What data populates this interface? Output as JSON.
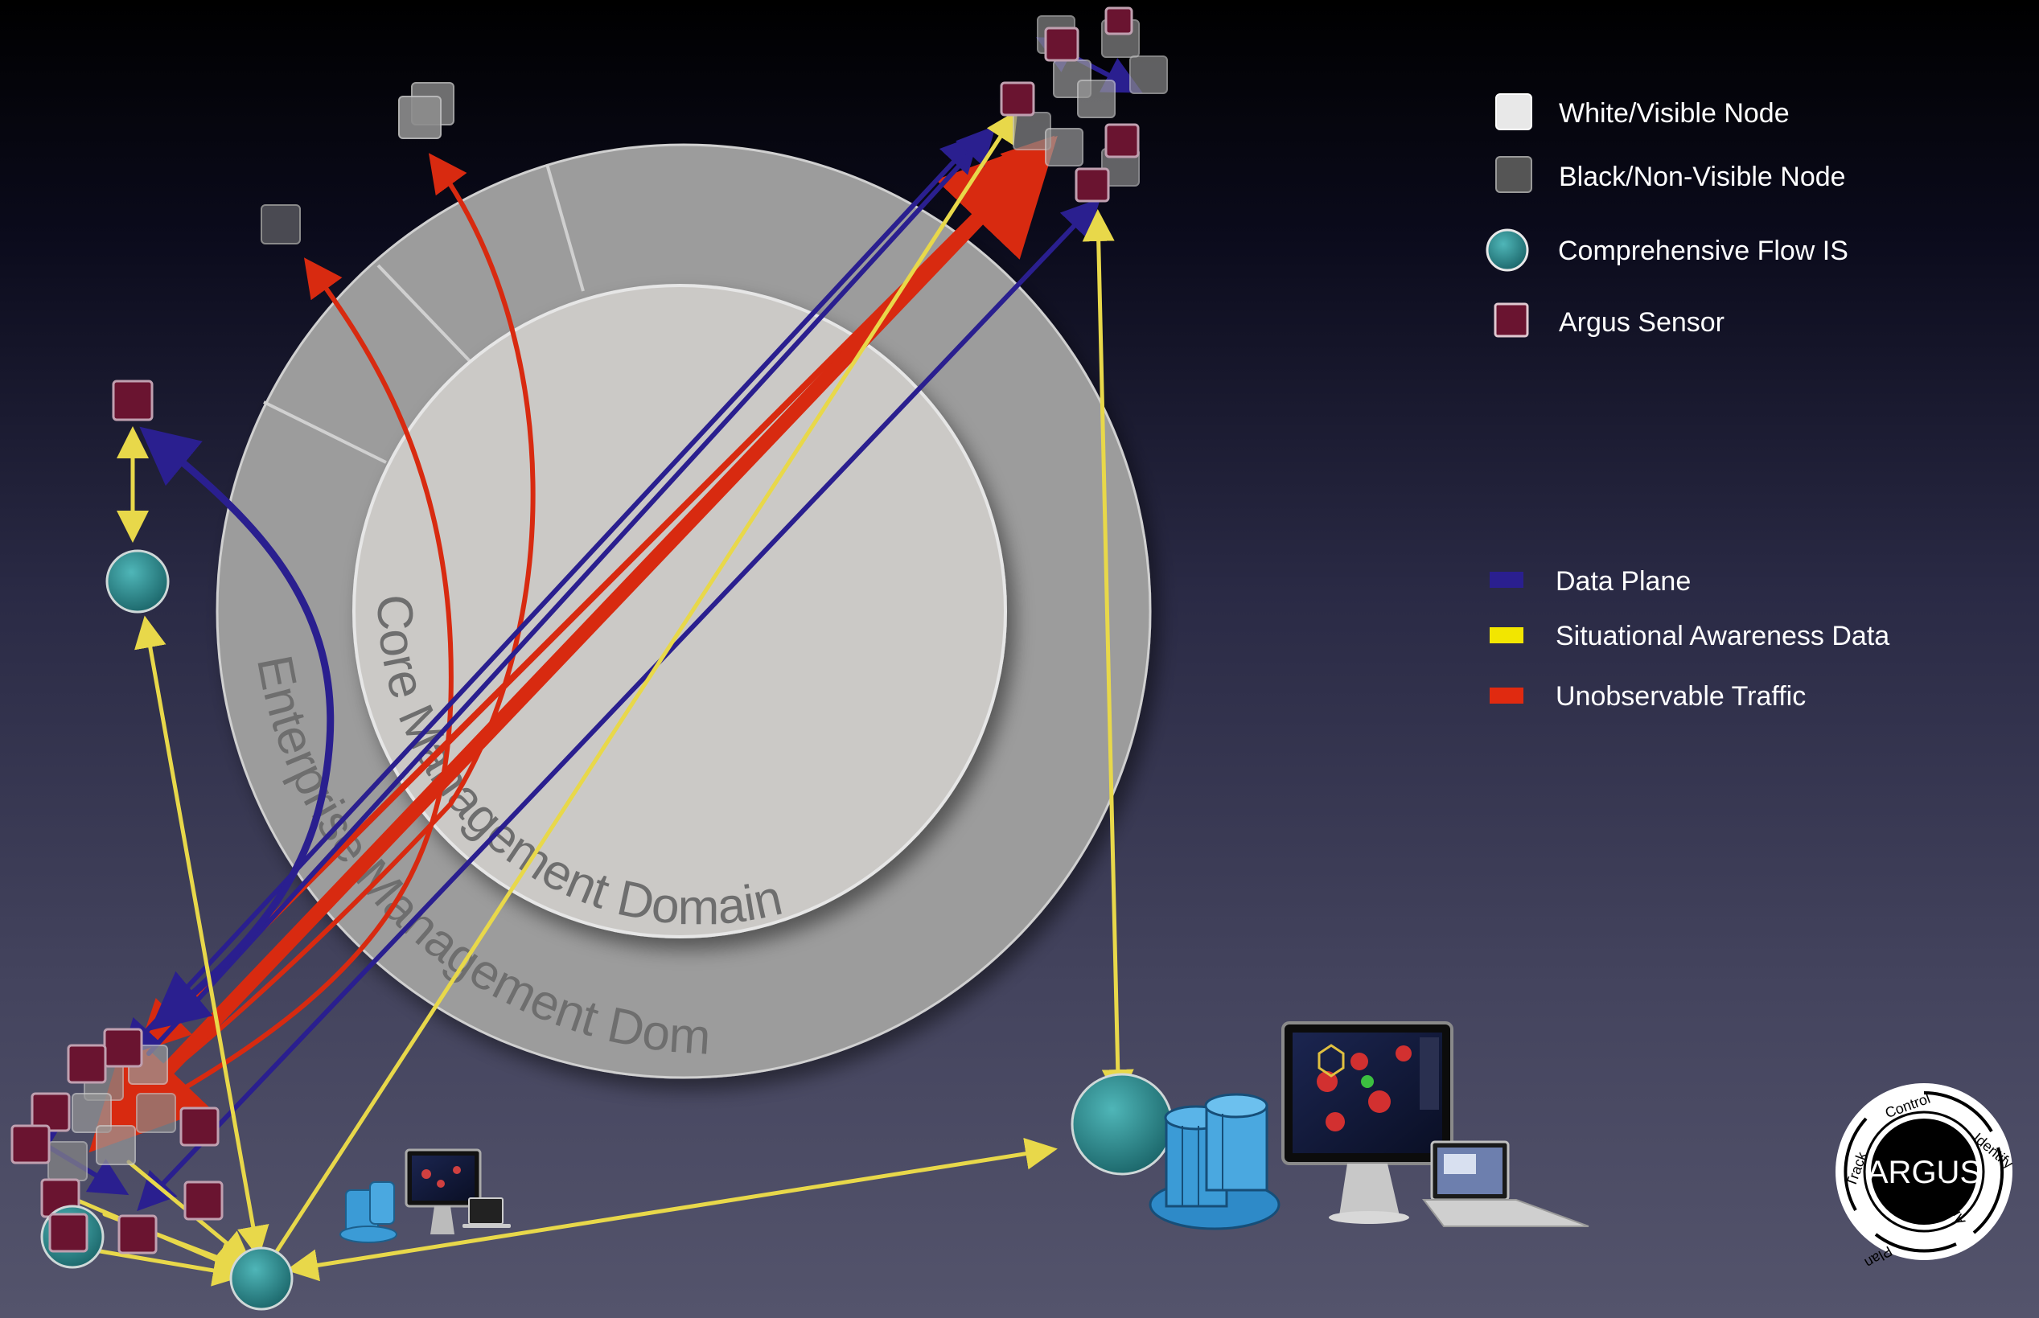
{
  "legend": {
    "nodes": [
      {
        "label": "White/Visible Node",
        "icon": "white-node-icon",
        "color": "#e8e8e8"
      },
      {
        "label": "Black/Non-Visible Node",
        "icon": "black-node-icon",
        "color": "#555555"
      },
      {
        "label": "Comprehensive Flow IS",
        "icon": "flow-is-icon",
        "color": "#2a8a8f"
      },
      {
        "label": "Argus Sensor",
        "icon": "sensor-icon",
        "color": "#6a1430"
      }
    ],
    "lines": [
      {
        "label": "Data Plane",
        "color": "#2a1f8f"
      },
      {
        "label": "Situational Awareness Data",
        "color": "#f2e600"
      },
      {
        "label": "Unobservable Traffic",
        "color": "#e02a10"
      }
    ]
  },
  "domains": {
    "core": "Core Management Domain",
    "enterprise": "Enterprise Management Domain"
  },
  "logo": {
    "center": "ARGUS",
    "cycle": [
      "Control",
      "Identify",
      "Analyze",
      "Plan",
      "Track"
    ]
  }
}
